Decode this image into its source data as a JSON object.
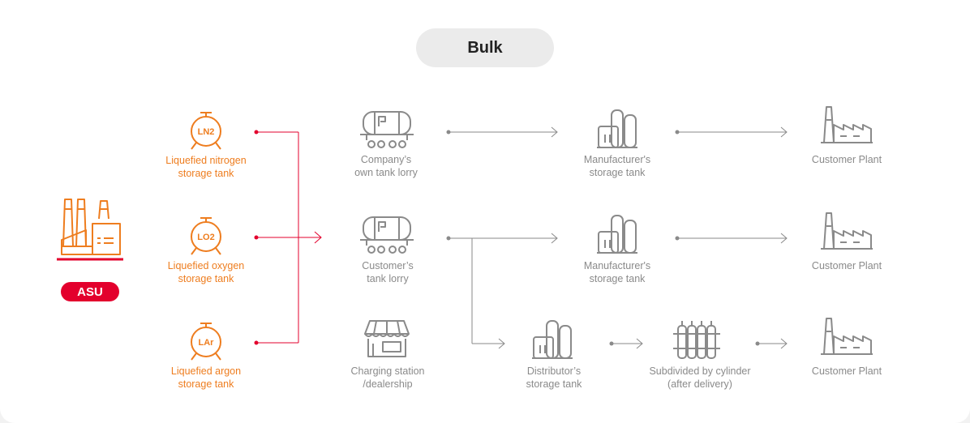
{
  "header": {
    "title": "Bulk"
  },
  "source": {
    "label": "ASU"
  },
  "storage_tanks": [
    {
      "code": "LN2",
      "line1": "Liquefied nitrogen",
      "line2": "storage tank"
    },
    {
      "code": "LO2",
      "line1": "Liquefied oxygen",
      "line2": "storage tank"
    },
    {
      "code": "LAr",
      "line1": "Liquefied argon",
      "line2": "storage tank"
    }
  ],
  "transport": [
    {
      "line1": "Company’s",
      "line2": "own tank lorry",
      "icon": "tank-lorry-icon"
    },
    {
      "line1": "Customer’s",
      "line2": "tank lorry",
      "icon": "tank-lorry-icon"
    },
    {
      "line1": "Charging station",
      "line2": "/dealership",
      "icon": "store-icon"
    }
  ],
  "storage": [
    {
      "line1": "Manufacturer's",
      "line2": "storage tank",
      "icon": "storage-tanks-icon"
    },
    {
      "line1": "Manufacturer's",
      "line2": "storage tank",
      "icon": "storage-tanks-icon"
    },
    {
      "line1": "Distributor’s",
      "line2": "storage tank",
      "icon": "storage-tanks-icon"
    }
  ],
  "cylinder": {
    "line1": "Subdivided by cylinder",
    "line2": "(after delivery)",
    "icon": "gas-cylinders-icon"
  },
  "plants": [
    {
      "label": "Customer Plant",
      "icon": "factory-icon"
    },
    {
      "label": "Customer Plant",
      "icon": "factory-icon"
    },
    {
      "label": "Customer Plant",
      "icon": "factory-icon"
    }
  ],
  "colors": {
    "accent_orange": "#ee7d1f",
    "accent_red": "#e3002d",
    "gray": "#8a8a8a"
  }
}
